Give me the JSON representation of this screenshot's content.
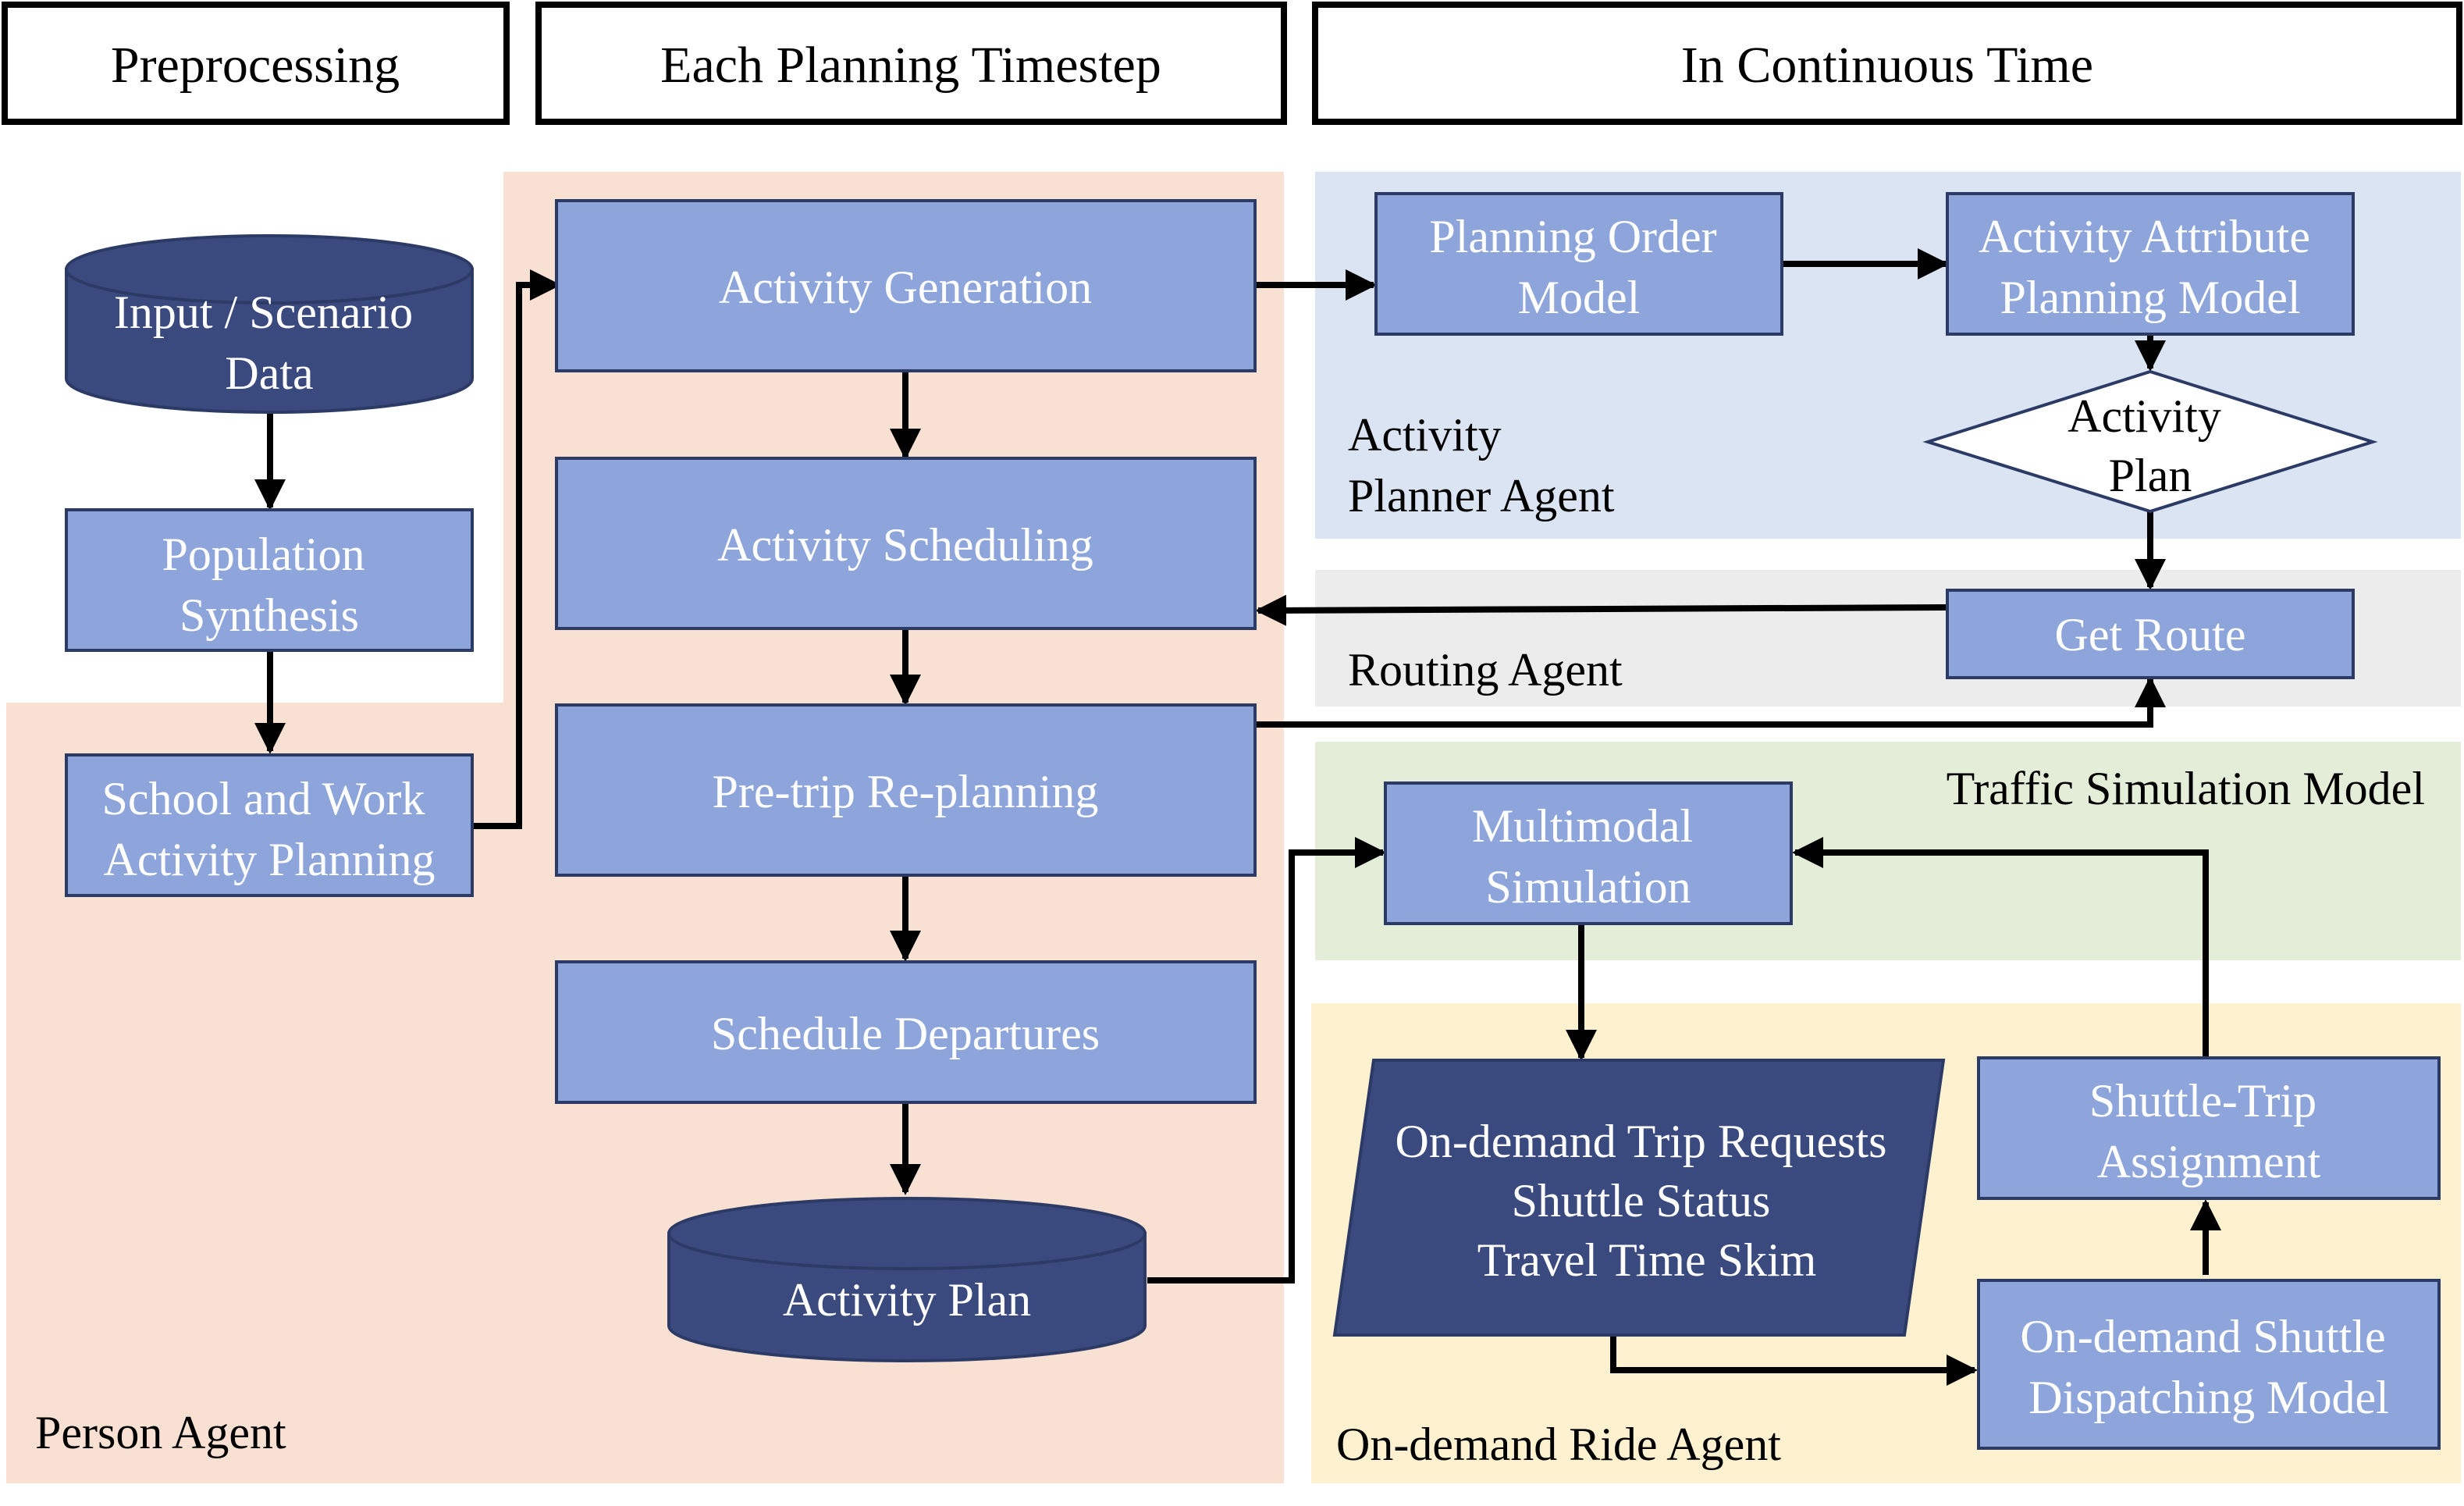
{
  "headers": {
    "preprocessing": "Preprocessing",
    "each_timestep": "Each Planning Timestep",
    "continuous": "In Continuous Time"
  },
  "regions": {
    "person_agent": "Person Agent",
    "activity_planner": [
      "Activity",
      "Planner  Agent"
    ],
    "routing_agent": "Routing Agent",
    "traffic_sim": "Traffic Simulation Model",
    "ondemand_agent": "On-demand Ride Agent"
  },
  "nodes": {
    "input_data": [
      "Input / Scenario",
      "Data"
    ],
    "population_synthesis": [
      "Population",
      "Synthesis"
    ],
    "school_work": [
      "School and Work",
      "Activity Planning"
    ],
    "activity_generation": [
      "Activity Generation"
    ],
    "activity_scheduling": [
      "Activity Scheduling"
    ],
    "pretrip_replanning": [
      "Pre-trip Re-planning"
    ],
    "schedule_departures": [
      "Schedule Departures"
    ],
    "activity_plan_db": [
      "Activity Plan"
    ],
    "planning_order": [
      "Planning Order",
      "Model"
    ],
    "attribute_planning": [
      "Activity Attribute",
      "Planning Model"
    ],
    "activity_plan_decision": [
      "Activity",
      "Plan"
    ],
    "get_route": [
      "Get Route"
    ],
    "multimodal_sim": [
      "Multimodal",
      "Simulation"
    ],
    "trip_requests": [
      "On-demand Trip Requests",
      "Shuttle Status",
      "Travel Time Skim"
    ],
    "shuttle_assignment": [
      "Shuttle-Trip",
      "Assignment"
    ],
    "dispatching_model": [
      "On-demand Shuttle",
      "Dispatching Model"
    ]
  },
  "colors": {
    "box_fill": "#8EA5DB",
    "dark_fill": "#3A4A7F",
    "person_bg": "#F8E0D2",
    "planner_bg": "#DBE4F3",
    "routing_bg": "#ECECEC",
    "traffic_bg": "#E3EDD8",
    "ondemand_bg": "#FDF1D0"
  }
}
